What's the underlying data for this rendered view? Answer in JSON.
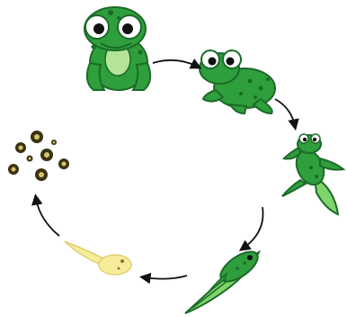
{
  "diagram": {
    "type": "life-cycle",
    "direction": "clockwise",
    "stages": [
      {
        "id": "adult-frog",
        "icon": "adult-frog-icon"
      },
      {
        "id": "young-frog",
        "icon": "young-frog-icon"
      },
      {
        "id": "froglet-with-tail",
        "icon": "froglet-icon"
      },
      {
        "id": "tadpole-with-legs",
        "icon": "tadpole-with-legs-icon"
      },
      {
        "id": "tadpole",
        "icon": "tadpole-icon"
      },
      {
        "id": "frog-eggs",
        "icon": "frog-eggs-icon"
      }
    ],
    "colors": {
      "frog_green": "#2f9e3c",
      "frog_dark": "#1b6b28",
      "frog_light": "#7fd46b",
      "belly": "#b6e39a",
      "tadpole_yellow": "#f7ec9a",
      "egg_dark": "#3b3312",
      "egg_yolk": "#d6c56a",
      "arrow": "#111111"
    }
  }
}
